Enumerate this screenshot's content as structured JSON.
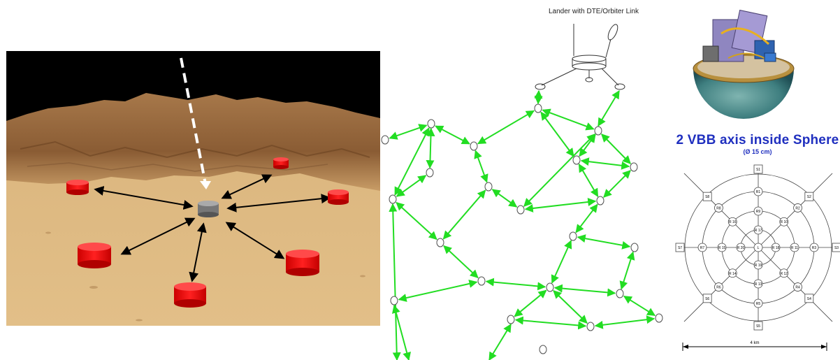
{
  "mars_scene": {
    "central_station": "central-lander",
    "stations": [
      "station-1",
      "station-2",
      "station-3",
      "station-4",
      "station-5",
      "station-6"
    ]
  },
  "network": {
    "lander_label": "Lander with DTE/Orbiter Link"
  },
  "sphere": {
    "caption": "2 VBB axis inside Sphere",
    "subcaption": "(Ø 15 cm)"
  },
  "array": {
    "center": "L",
    "nodes_outer": [
      "S1",
      "S2",
      "S3",
      "S4",
      "S5",
      "S6",
      "S7",
      "S8"
    ],
    "nodes_ring3": [
      "R1",
      "R2",
      "R3",
      "R4",
      "R5",
      "R6",
      "R7",
      "R8"
    ],
    "nodes_ring2": [
      "R9",
      "R 10",
      "R 11",
      "R 12",
      "R 13",
      "R 14",
      "R 15",
      "R 16"
    ],
    "nodes_ring1": [
      "R 17",
      "R 18",
      "R 19",
      "R 20"
    ],
    "scale_label": "4 km"
  },
  "colors": {
    "network_link": "#22dd22",
    "station_red": "#ee1111",
    "caption_blue": "#1f2fbf"
  }
}
